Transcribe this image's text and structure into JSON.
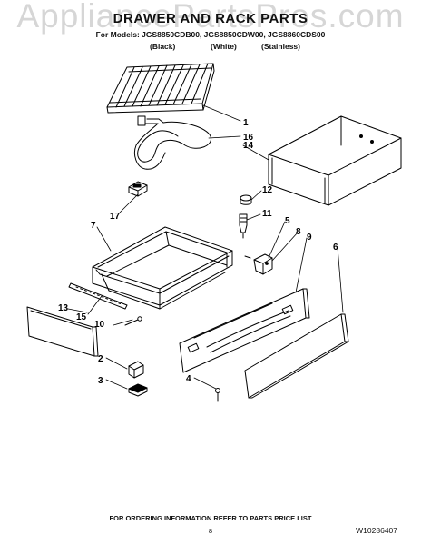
{
  "watermark": "AppliancePartsPros.com",
  "header": {
    "title": "DRAWER AND RACK PARTS",
    "models_line": "For Models: JGS8850CDB00, JGS8850CDW00, JGS8860CDS00",
    "variants": [
      "(Black)",
      "(White)",
      "(Stainless)"
    ]
  },
  "callouts": [
    "1",
    "16",
    "14",
    "12",
    "17",
    "11",
    "7",
    "5",
    "8",
    "9",
    "6",
    "13",
    "15",
    "10",
    "2",
    "3",
    "4"
  ],
  "footer": {
    "note": "FOR ORDERING INFORMATION REFER TO PARTS PRICE LIST",
    "page": "8",
    "doc_code": "W10286407"
  }
}
